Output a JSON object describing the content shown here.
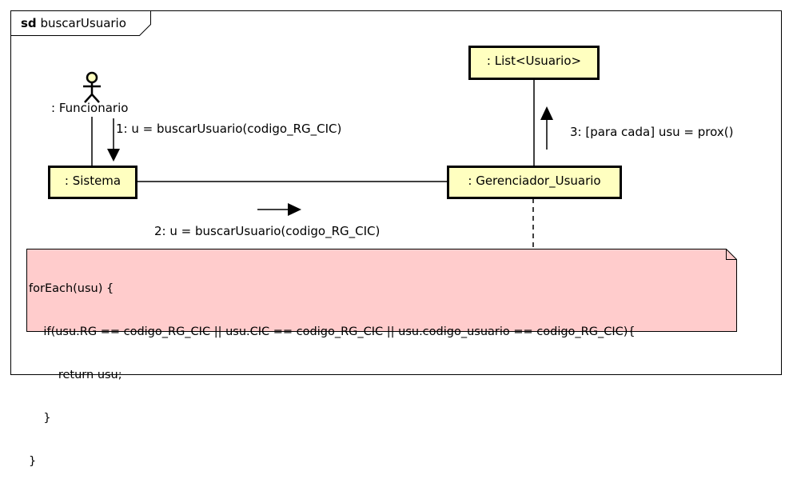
{
  "frame": {
    "keyword": "sd",
    "name": "buscarUsuario"
  },
  "actor": {
    "name": ": Funcionario"
  },
  "objects": {
    "sistema": ": Sistema",
    "gerenciador": ": Gerenciador_Usuario",
    "list": ": List<Usuario>"
  },
  "messages": {
    "m1": "1: u = buscarUsuario(codigo_RG_CIC)",
    "m2": "2: u = buscarUsuario(codigo_RG_CIC)",
    "m3": "3: [para cada] usu = prox()"
  },
  "note": {
    "lines": [
      "forEach(usu) {",
      "    if(usu.RG == codigo_RG_CIC || usu.CIC == codigo_RG_CIC || usu.codigo_usuario == codigo_RG_CIC){",
      "        return usu;",
      "    }",
      "}"
    ]
  },
  "colors": {
    "object_fill": "#ffffc0",
    "note_fill": "#ffcccc"
  }
}
